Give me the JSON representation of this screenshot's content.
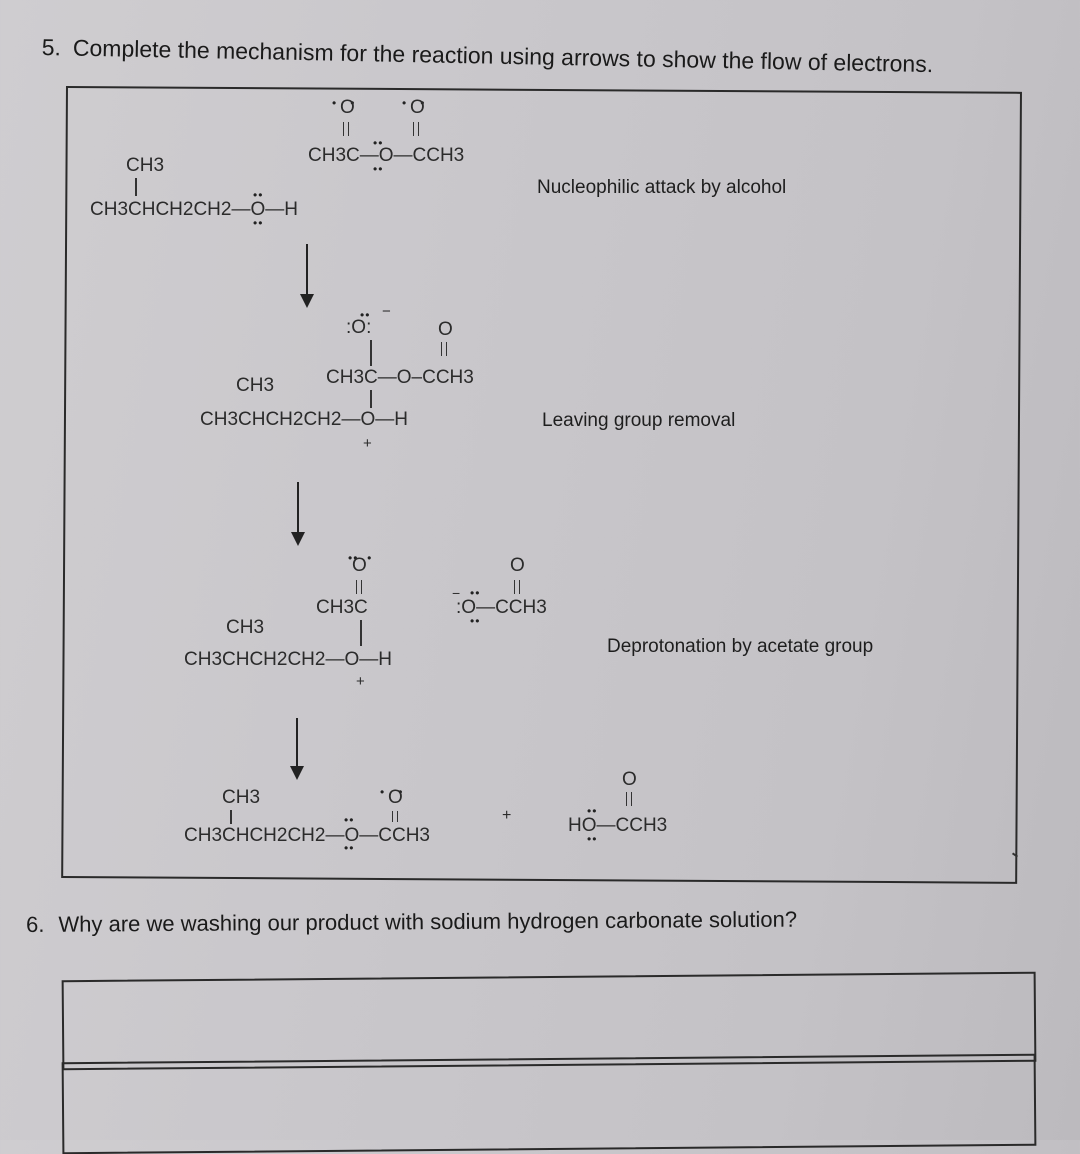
{
  "question5": {
    "number": "5.",
    "text": "Complete the mechanism for the reaction using arrows to show the flow of electrons."
  },
  "mechanism": {
    "step1": {
      "label": "Nucleophilic attack by alcohol",
      "alcohol": {
        "branch": "CH3",
        "chain": "CH3CHCH2CH2",
        "oh_o": "O",
        "oh_h": "H",
        "bond": "—"
      },
      "anhydride": {
        "left": "CH3C",
        "bridge_o": "O",
        "right": "CCH3",
        "carbonyl_o_left": "O",
        "carbonyl_o_right": "O",
        "bond": "—"
      }
    },
    "step2": {
      "label": "Leaving group removal",
      "alkoxide_o": "O",
      "alkoxide_charge": "−",
      "center": "CH3C",
      "ester_o": "O",
      "right": "CCH3",
      "right_carbonyl_o": "O",
      "branch": "CH3",
      "chain": "CH3CHCH2CH2",
      "oxonium_o": "O",
      "oxonium_h": "H",
      "oxonium_charge": "+"
    },
    "step3": {
      "label": "Deprotonation by acetate group",
      "carbonyl_o": "O",
      "acyl": "CH3C",
      "branch": "CH3",
      "chain": "CH3CHCH2CH2",
      "oxonium_o": "O",
      "oxonium_h": "H",
      "oxonium_charge": "+",
      "acetate_charge": "−",
      "acetate_o": "O",
      "acetate_right": "CCH3",
      "acetate_carbonyl_o": "O"
    },
    "products": {
      "branch": "CH3",
      "chain": "CH3CHCH2CH2",
      "ester_o": "O",
      "ester_right": "CCH3",
      "ester_carbonyl_o": "O",
      "plus": "+",
      "acid_ho": "HO",
      "acid_right": "CCH3",
      "acid_carbonyl_o": "O"
    }
  },
  "question6": {
    "number": "6.",
    "text": "Why are we washing our product with sodium hydrogen carbonate solution?"
  }
}
